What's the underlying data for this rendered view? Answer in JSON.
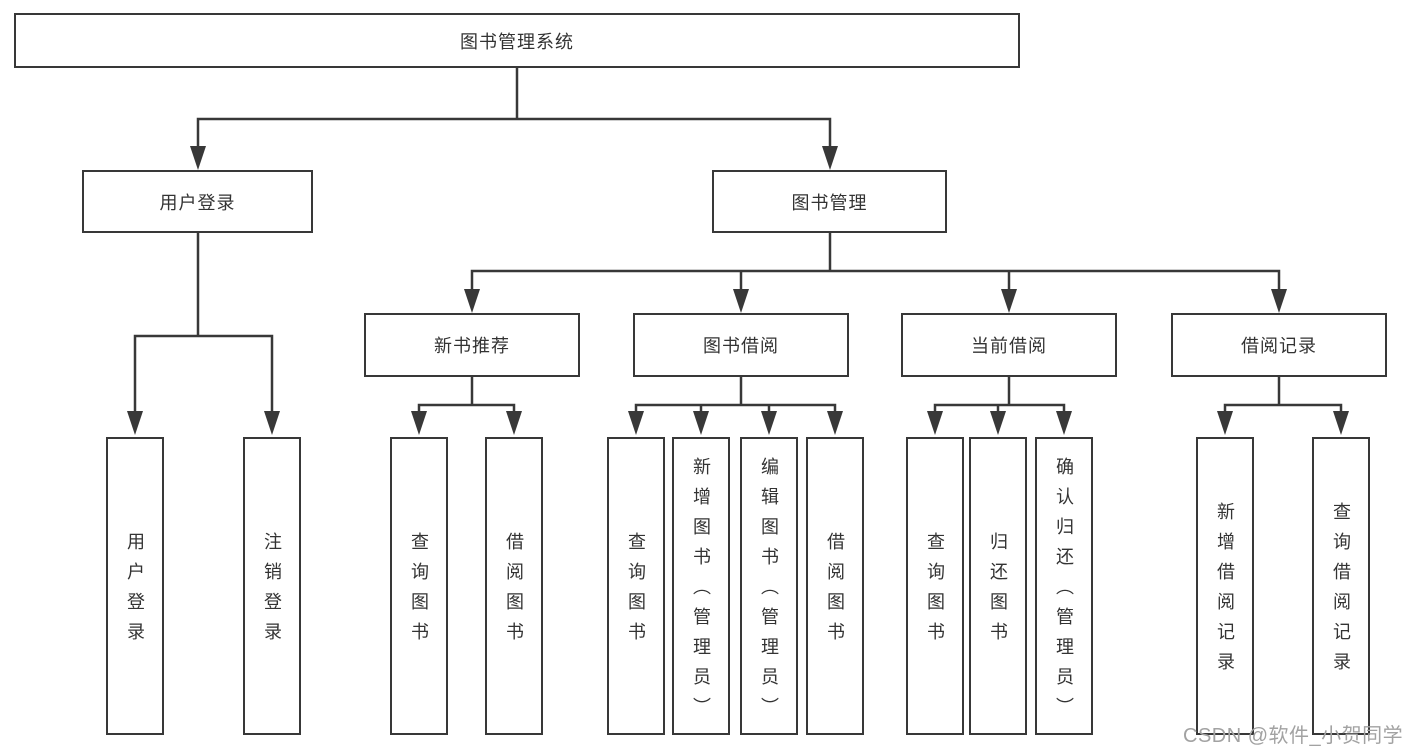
{
  "diagram": {
    "title": "图书管理系统",
    "nodes": {
      "root": "图书管理系统",
      "level2": {
        "user_login": "用户登录",
        "book_management": "图书管理"
      },
      "level3": {
        "new_book_recommend": "新书推荐",
        "book_borrow": "图书借阅",
        "current_borrow": "当前借阅",
        "borrow_record": "借阅记录"
      },
      "leaves": {
        "user_login": "用户登录",
        "logout": "注销登录",
        "rec_query_books": "查询图书",
        "rec_borrow_books": "借阅图书",
        "bor_query_books": "查询图书",
        "bor_add_books_admin": "新增图书（管理员）",
        "bor_edit_books_admin": "编辑图书（管理员）",
        "bor_borrow_books": "借阅图书",
        "cur_query_books": "查询图书",
        "cur_return_books": "归还图书",
        "cur_confirm_return_admin": "确认归还（管理员）",
        "rcd_add_record": "新增借阅记录",
        "rcd_query_record": "查询借阅记录"
      }
    },
    "colors": {
      "line": "#383838",
      "border": "#383838",
      "text": "#333333",
      "background": "#ffffff",
      "watermark": "#a2a2a2"
    }
  },
  "watermark": "CSDN @软件_小贺同学"
}
